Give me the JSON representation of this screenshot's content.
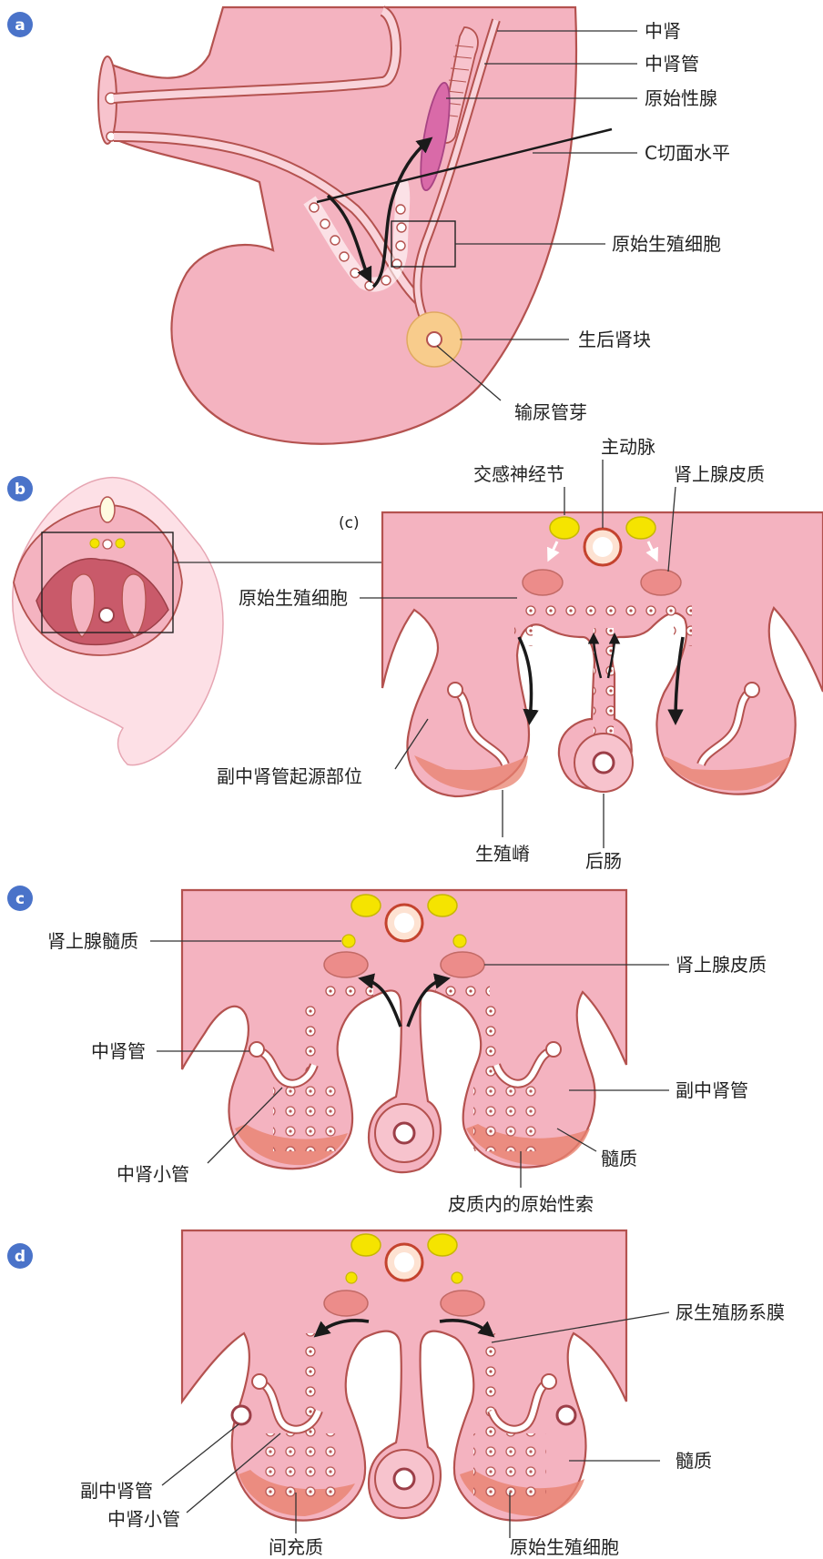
{
  "panels": {
    "a": {
      "badge": "a",
      "labels": {
        "mesonephros": "中肾",
        "mesonephric_duct": "中肾管",
        "primitive_gonad": "原始性腺",
        "section_level": "C切面水平",
        "primordial_germ_cells": "原始生殖细胞",
        "metanephric_mass": "生后肾块",
        "ureteric_bud": "输尿管芽"
      }
    },
    "b": {
      "badge": "b",
      "inset_tag": "(c)",
      "labels": {
        "aorta": "主动脉",
        "sympathetic_ganglion": "交感神经节",
        "adrenal_cortex": "肾上腺皮质",
        "primordial_germ_cells": "原始生殖细胞",
        "paramesonephric_origin": "副中肾管起源部位",
        "genital_ridge": "生殖嵴",
        "hindgut": "后肠"
      }
    },
    "c": {
      "badge": "c",
      "labels": {
        "adrenal_medulla": "肾上腺髓质",
        "adrenal_cortex": "肾上腺皮质",
        "mesonephric_duct": "中肾管",
        "paramesonephric_duct": "副中肾管",
        "mesonephric_tubule": "中肾小管",
        "medulla": "髓质",
        "primitive_sex_cords": "皮质内的原始性索"
      }
    },
    "d": {
      "badge": "d",
      "labels": {
        "urogenital_mesentery": "尿生殖肠系膜",
        "medulla": "髓质",
        "paramesonephric_duct": "副中肾管",
        "mesonephric_tubule": "中肾小管",
        "mesenchyme": "间充质",
        "primordial_germ_cells": "原始生殖细胞"
      }
    }
  },
  "colors": {
    "tissue": "#f4b3c0",
    "outline": "#b4524f",
    "cortex": "#e8826f",
    "ganglion": "#f5e400",
    "adrenal": "#ec8c8a",
    "badge": "#4a73c9",
    "gonad": "#d96aa8",
    "metanephric": "#f8cc8c"
  }
}
